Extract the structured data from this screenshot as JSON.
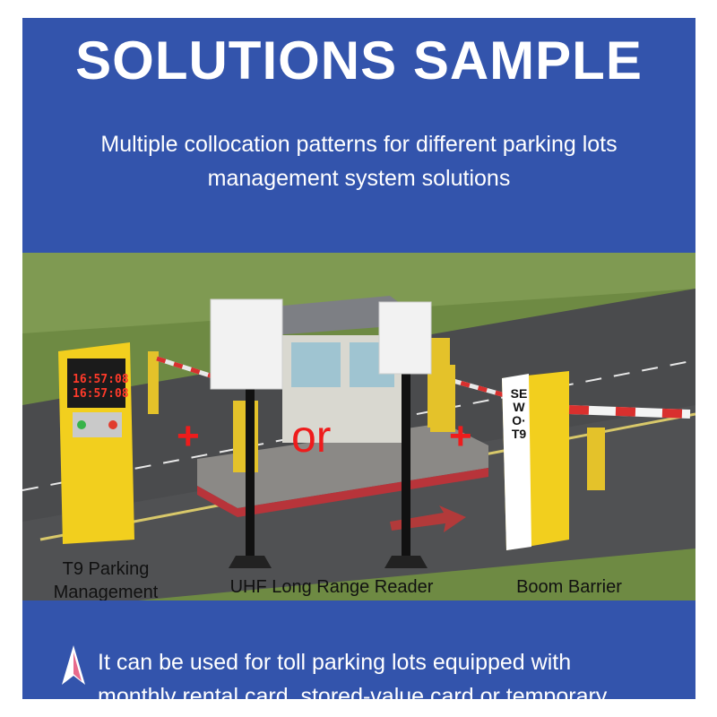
{
  "header": {
    "title": "SOLUTIONS SAMPLE",
    "subtitle_line1": "Multiple collocation patterns for different parking lots",
    "subtitle_line2": "management system solutions"
  },
  "scene": {
    "t9_label_line1": "T9 Parking",
    "t9_label_line2": "Management",
    "uhf_label": "UHF Long Range Reader",
    "boom_label": "Boom Barrier",
    "plus_sign": "+",
    "or_word": "or",
    "clock_time_1": "16:57:08",
    "clock_time_2": "16:57:08",
    "barrier_brand": "SEWO·T9"
  },
  "footer": {
    "note_line1": "It can be used for toll parking lots equipped with",
    "note_line2": "monthly rental card, stored-value card or temporary"
  },
  "colors": {
    "panel_blue": "#3354ac",
    "accent_red": "#ee1c1c",
    "machine_yellow": "#f2cf1e"
  }
}
